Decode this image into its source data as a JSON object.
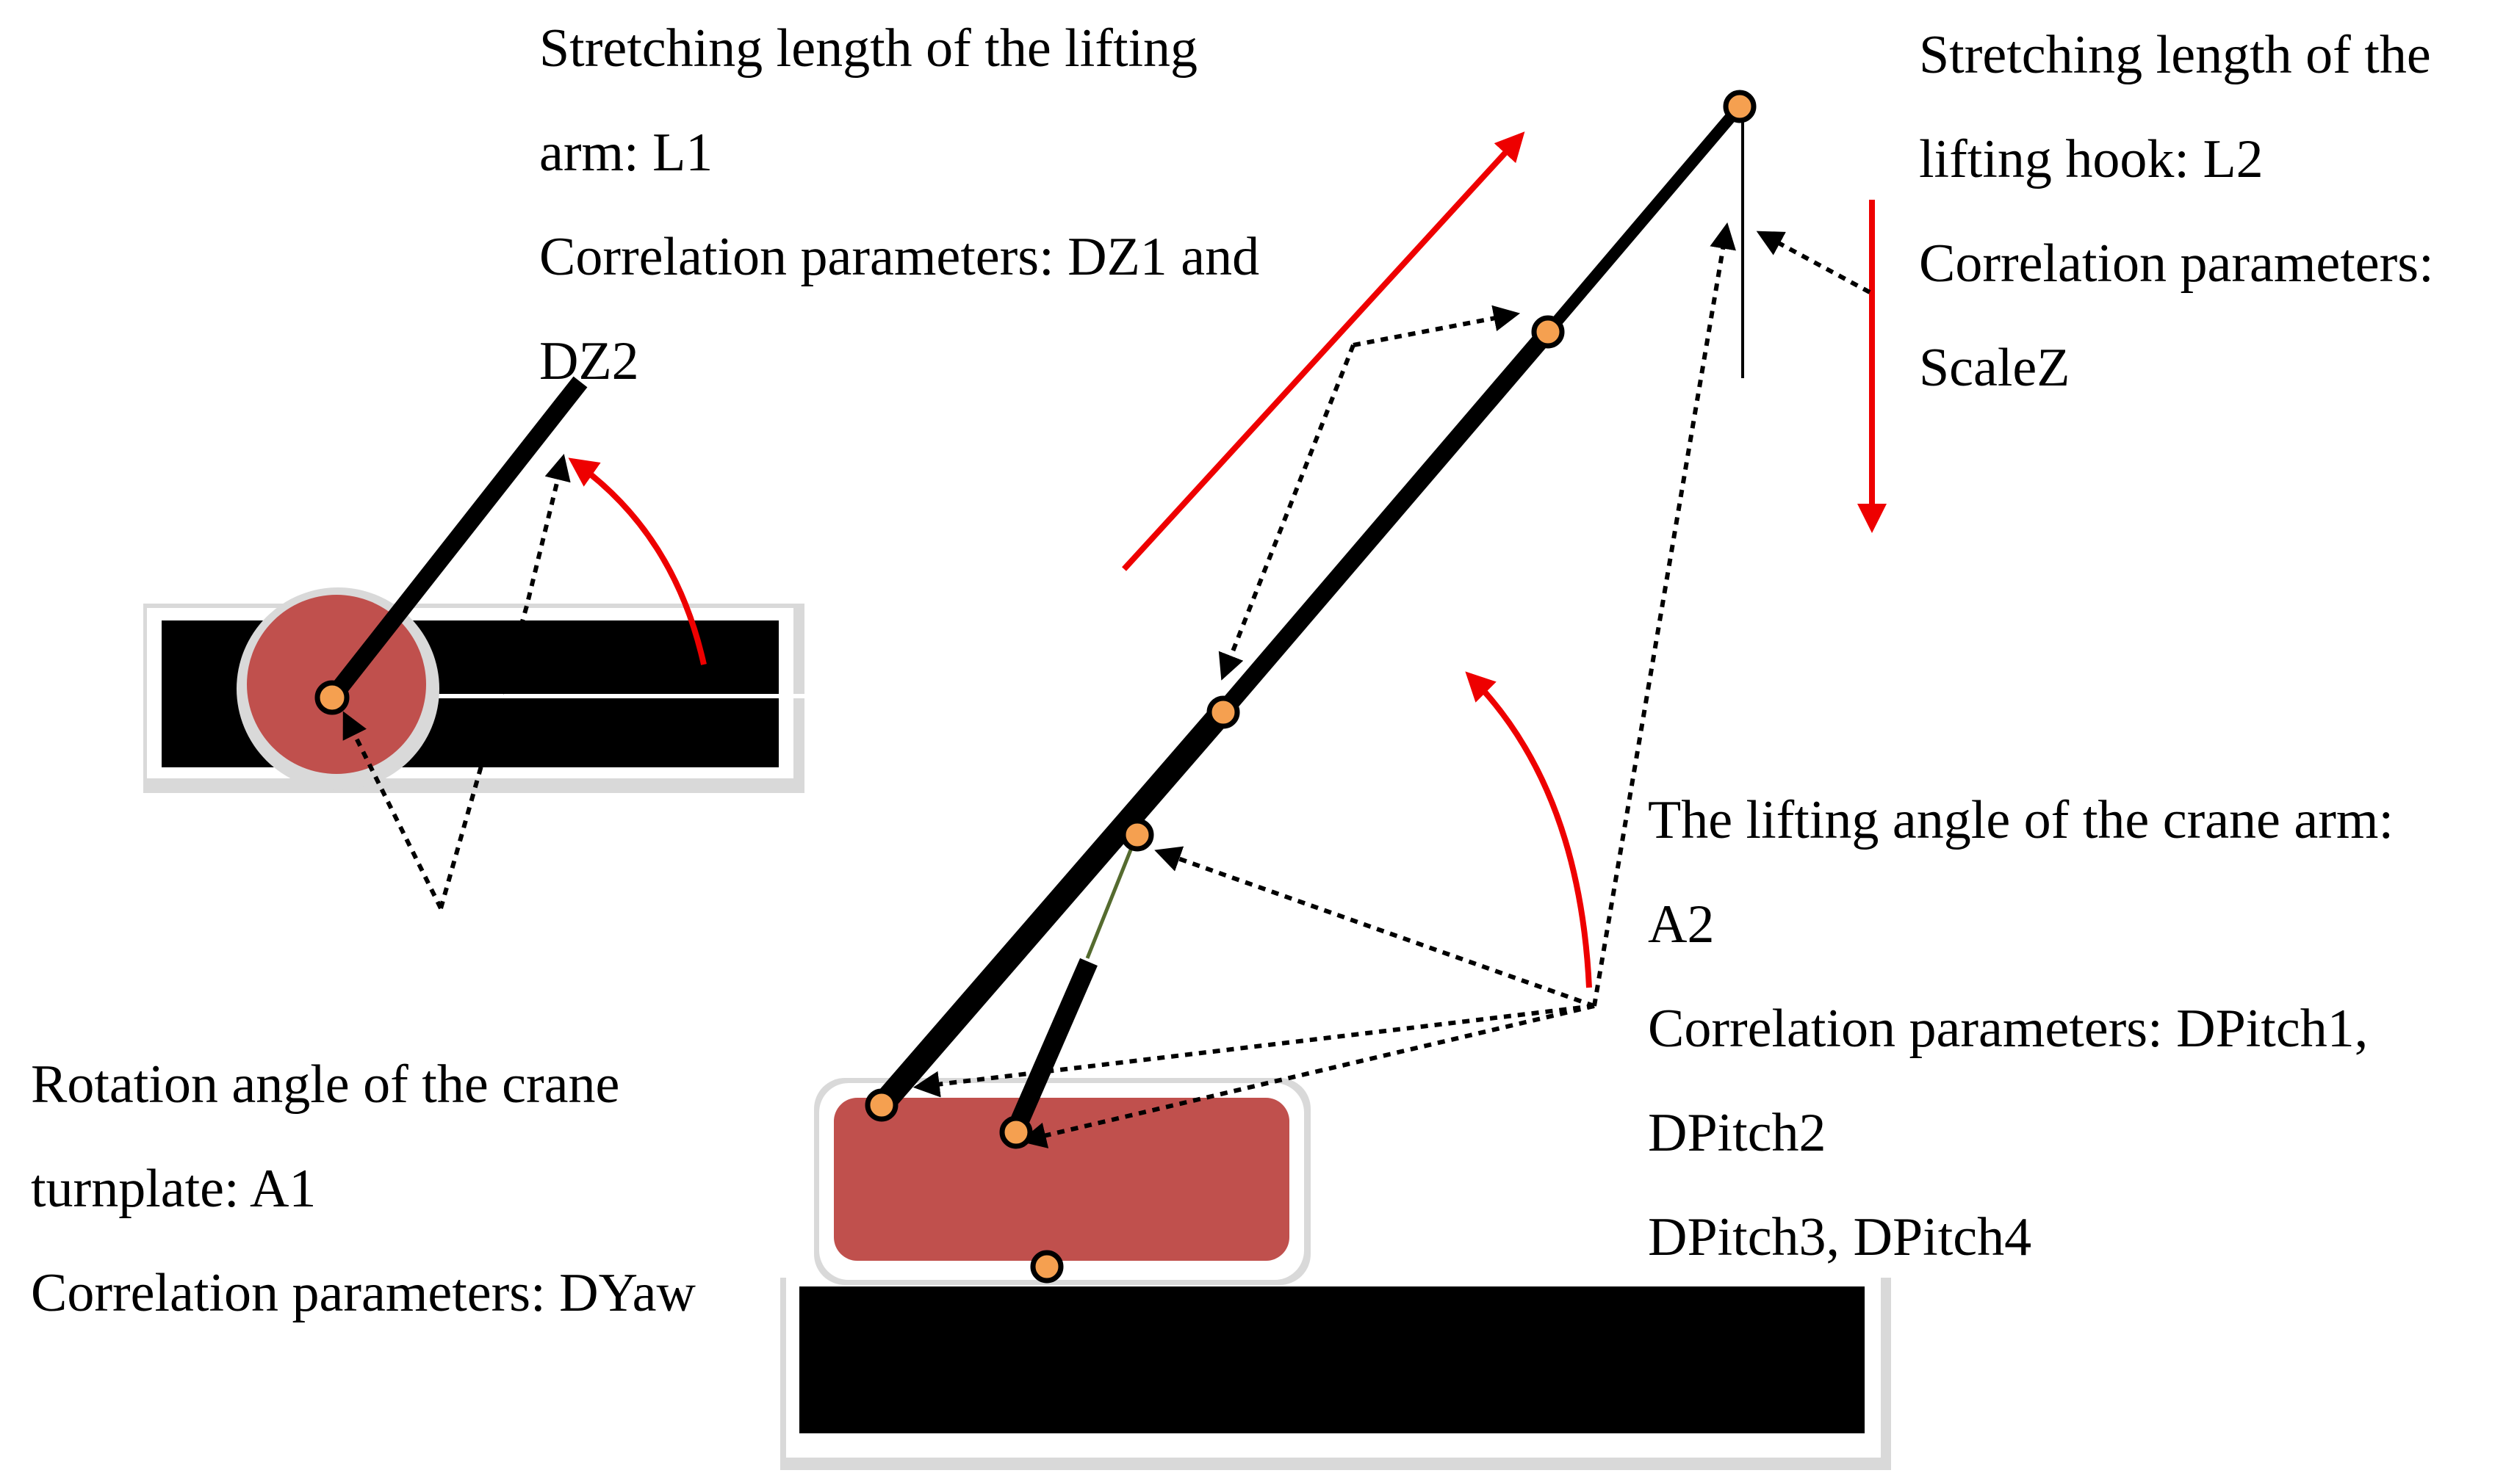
{
  "labels": {
    "arm_length": [
      "Stretching length of the lifting",
      "arm: L1",
      "Correlation parameters: DZ1 and",
      "DZ2"
    ],
    "hook_length": [
      "Stretching length of the",
      "lifting hook: L2",
      "Correlation parameters:",
      "ScaleZ"
    ],
    "lift_angle": [
      "The lifting angle of the crane arm:",
      "A2",
      "Correlation parameters: DPitch1,",
      "DPitch2",
      "DPitch3, DPitch4"
    ],
    "rotation_angle": [
      "Rotation angle of the crane",
      "turnplate: A1",
      "Correlation parameters: DYaw"
    ]
  },
  "colors": {
    "joint_fill": "#f5a050",
    "turntable": "#c0504d",
    "motion_arrow": "#ee0000",
    "structure": "#000000",
    "shadow": "#d9d9d9"
  }
}
